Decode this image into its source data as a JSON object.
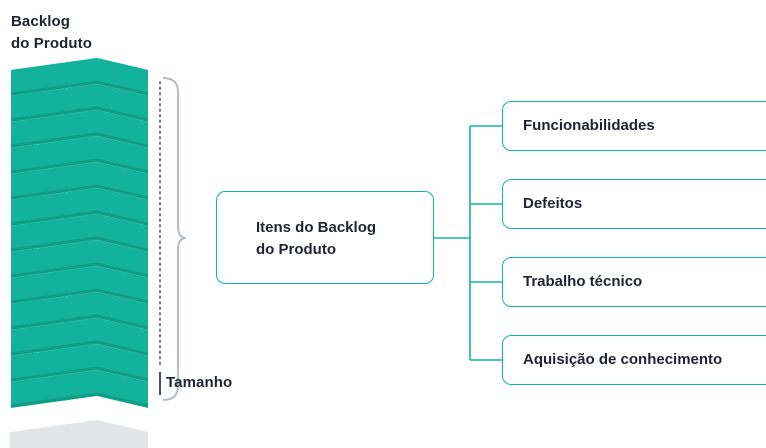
{
  "title": [
    "Backlog",
    "do Produto"
  ],
  "size_label": "Tamanho",
  "center_box": {
    "label": [
      "Itens do Backlog",
      "do Produto"
    ]
  },
  "items": [
    "Funcionabilidades",
    "Defeitos",
    "Trabalho técnico",
    "Aquisição de conhecimento"
  ],
  "colors": {
    "accent": "#12b89b",
    "stack_side": "#12b39a",
    "stack_top": "#1ed0b2",
    "stack_shadow": "#0f9e85",
    "base": "#e3e5e7",
    "bracket": "#b5bcc7",
    "dots": "#6c7a96",
    "text": "#1f2430"
  }
}
